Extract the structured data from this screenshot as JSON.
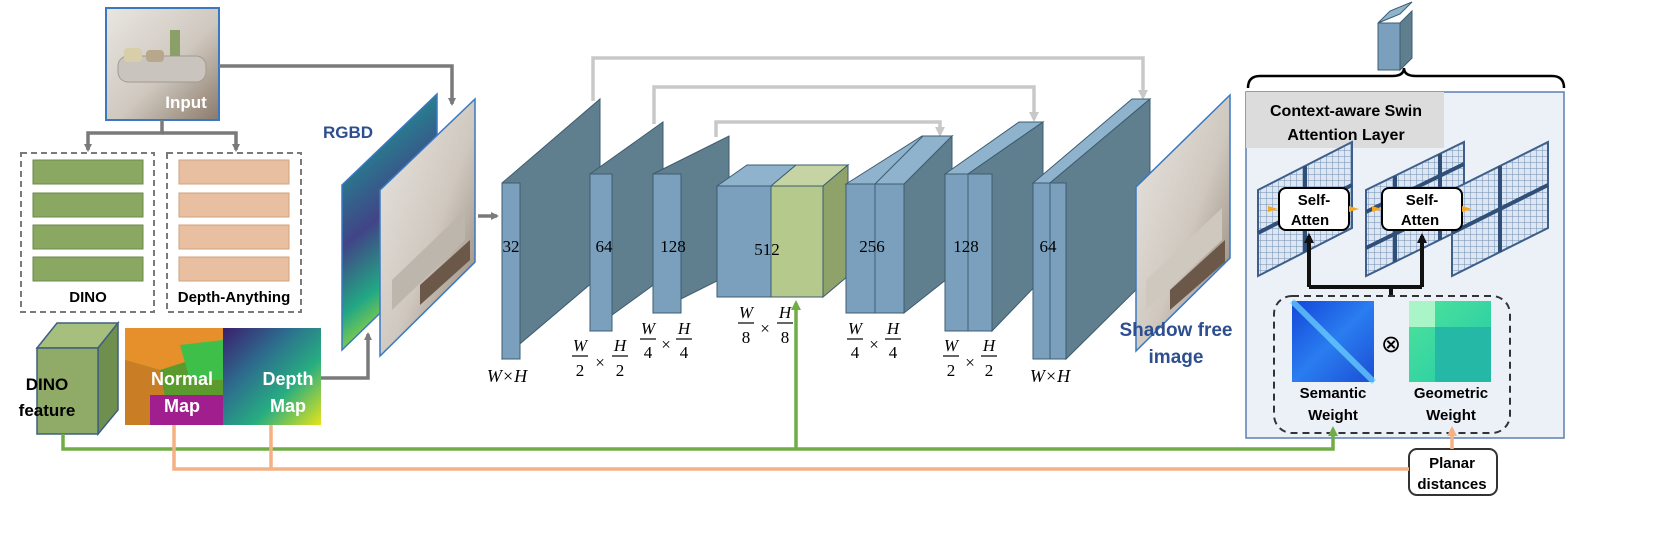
{
  "input_label": "Input",
  "encoders": {
    "left": "DINO",
    "right": "Depth-Anything"
  },
  "dino_feature": [
    "DINO",
    "feature"
  ],
  "normal_map": [
    "Normal",
    "Map"
  ],
  "depth_map": [
    "Depth",
    "Map"
  ],
  "rgbd_label": "RGBD",
  "output_label": [
    "Shadow free",
    "image"
  ],
  "channels": [
    "32",
    "64",
    "128",
    "512",
    "256",
    "128",
    "64"
  ],
  "sizes": {
    "full": "W×H",
    "w": "W",
    "h": "H",
    "times": "×",
    "d2": "2",
    "d4": "4",
    "d8": "8"
  },
  "panel": {
    "title_line1": "Context-aware Swin",
    "title_line2": "Attention Layer",
    "self_atten_line1": "Self-",
    "self_atten_line2": "Atten",
    "otimes": "⊗",
    "semantic": [
      "Semantic",
      "Weight"
    ],
    "geometric": [
      "Geometric",
      "Weight"
    ]
  },
  "planar": [
    "Planar",
    "distances"
  ],
  "colors": {
    "block_face": "#5f7f8f",
    "block_front": "#7aa0bd",
    "block_top": "#8fb3cc",
    "green_block": "#b6c98d",
    "dino_bar": "#8aa861",
    "depth_bar": "#e8bfa0",
    "arrow_gray": "#7a7a7a",
    "skip_gray": "#c8c8c8",
    "green_line": "#70ad47",
    "orange_line": "#f4b183",
    "blue_text": "#2e4f8f",
    "panel_bg": "#ecf1f8",
    "grid_blue": "#3e5f8a"
  }
}
